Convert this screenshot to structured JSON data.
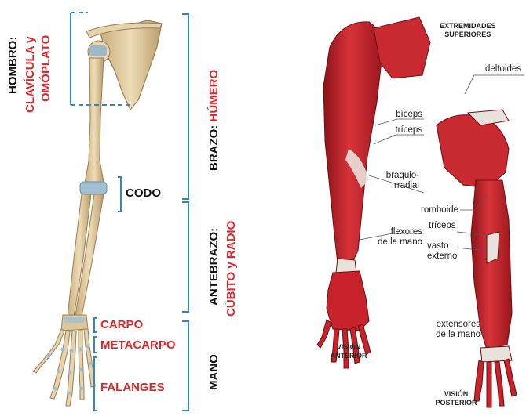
{
  "skeleton": {
    "hombro": "HOMBRO:",
    "clavicula": "CLAVÍCULA y",
    "omoplato": "OMÓPLATO",
    "brazo": "BRAZO:",
    "humero": "HÚMERO",
    "codo": "CODO",
    "antebrazo": "ANTEBRAZO:",
    "cubito_radio": "CÚBITO y RADIO",
    "mano": "MANO",
    "carpo": "CARPO",
    "metacarpo": "METACARPO",
    "falanges": "FALANGES"
  },
  "muscles": {
    "title_line1": "EXTREMIDADES",
    "title_line2": "SUPERIORES",
    "deltoides": "deltoides",
    "biceps": "bíceps",
    "triceps_front": "tríceps",
    "braquio_line1": "braquio-",
    "braquio_line2": "rradial",
    "romboide": "romboide",
    "triceps_back": "tríceps",
    "flexores_line1": "flexores",
    "flexores_line2": "de la mano",
    "vasto_line1": "vasto",
    "vasto_line2": "externo",
    "extensores_line1": "extensores",
    "extensores_line2": "de la mano",
    "vision_anterior_line1": "VISIÓN",
    "vision_anterior_line2": "ANTERIOR",
    "vision_posterior_line1": "VISIÓN",
    "vision_posterior_line2": "POSTERIOR"
  },
  "colors": {
    "bone": "#e3cfa6",
    "bone_shadow": "#b99c6c",
    "cartilage": "#8fb4c9",
    "muscle": "#c8232b",
    "muscle_dark": "#8a1418",
    "tendon": "#e8e2dc",
    "bracket": "#2f86c9",
    "label_red": "#e1262b"
  }
}
